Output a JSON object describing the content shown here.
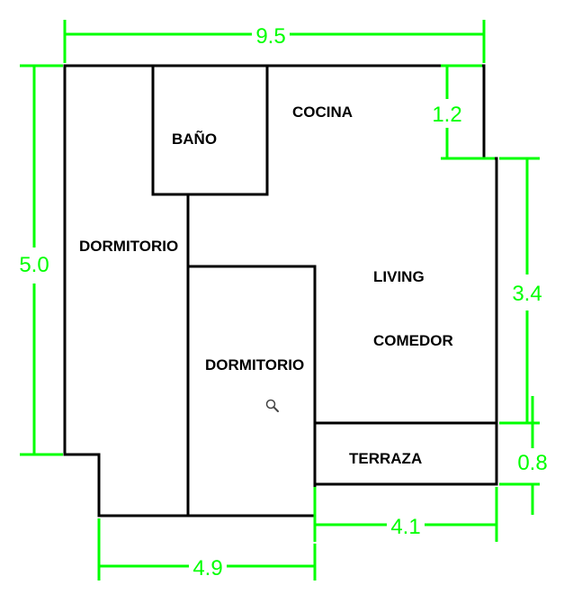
{
  "colors": {
    "wall": "#000000",
    "dimension": "#00ff00",
    "background": "#ffffff"
  },
  "rooms": {
    "bano": "BAÑO",
    "cocina": "COCINA",
    "dormitorio_left": "DORMITORIO",
    "dormitorio_center": "DORMITORIO",
    "living": "LIVING",
    "comedor": "COMEDOR",
    "terraza": "TERRAZA"
  },
  "dimensions": {
    "top_width": "9.5",
    "left_height": "5.0",
    "top_right_notch": "1.2",
    "right_height": "3.4",
    "terraza_depth": "0.8",
    "bottom_right_width": "4.1",
    "bottom_left_width": "4.9"
  },
  "icons": {
    "cursor": "search-icon"
  }
}
